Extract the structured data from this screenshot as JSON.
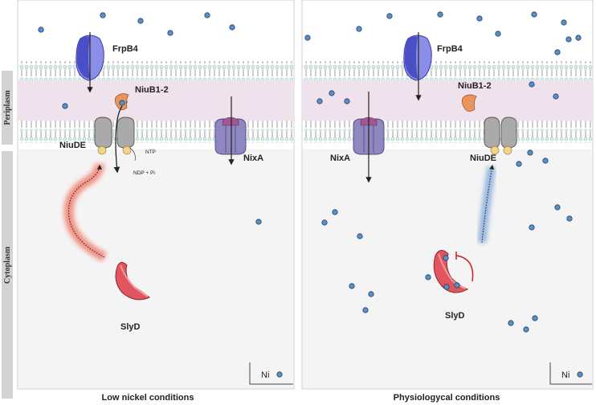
{
  "side_labels": {
    "periplasm": "Periplasm",
    "cytoplasm": "Cytoplasm"
  },
  "panels": [
    {
      "caption": "Low nickel conditions",
      "labels": {
        "frpb4": "FrpB4",
        "niub": "NiuB1-2",
        "niude": "NiuDE",
        "nixa": "NixA",
        "slyd": "SlyD",
        "ntp": "NTP",
        "ndp": "NDP + Pi"
      },
      "legend": {
        "text": "Ni"
      }
    },
    {
      "caption": "Physiologycal conditions",
      "labels": {
        "frpb4": "FrpB4",
        "niub": "NiuB1-2",
        "niude": "NiuDE",
        "nixa": "NixA",
        "slyd": "SlyD"
      },
      "legend": {
        "text": "Ni"
      }
    }
  ],
  "colors": {
    "membrane_band": "#efe2ec",
    "cytoplasm_bg": "#f4f4f4",
    "side_bar": "#d3d3d3",
    "nickel": "#5b8fc9",
    "frpb4": "#6a6fd6",
    "nixa": "#8f88c0",
    "niude": "#a9a9a9",
    "slyd": "#e0555e",
    "niub": "#e8955e",
    "glow_red": "#f08070",
    "glow_blue": "#8fb1dd",
    "inhibit": "#cc2222"
  }
}
